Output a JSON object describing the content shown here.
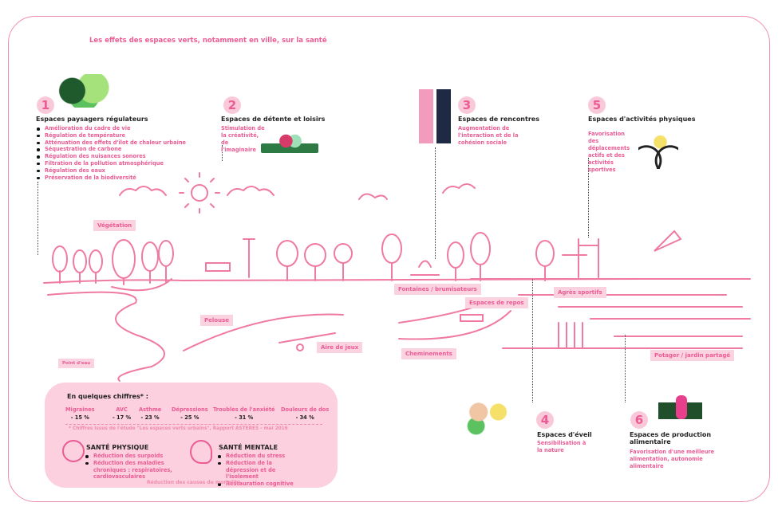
{
  "title": "Les effets des espaces verts, notamment en ville,  sur la santé",
  "sections": [
    {
      "num": "1",
      "title": "Espaces paysagers régulateurs",
      "items": [
        "Amélioration du cadre de vie",
        "Régulation de température",
        "Atténuation des effets d'îlot de chaleur urbaine",
        "Séquestration de carbone",
        "Régulation des nuisances sonores",
        "Filtration de la pollution atmosphérique",
        "Régulation des eaux",
        "Préservation de la biodiversité"
      ]
    },
    {
      "num": "2",
      "title": "Espaces de détente et loisirs",
      "text": "Stimulation de la créativité, de l'imaginaire"
    },
    {
      "num": "3",
      "title": "Espaces de rencontres",
      "text": "Augmentation de l'interaction et de la cohésion sociale"
    },
    {
      "num": "4",
      "title": "Espaces d'éveil",
      "text": "Sensibilisation à la nature"
    },
    {
      "num": "5",
      "title": "Espaces d'activités physiques",
      "text": "Favorisation des déplacements actifs et des activités sportives"
    },
    {
      "num": "6",
      "title": "Espaces de production alimentaire",
      "text": "Favorisation d'une meilleure alimentation, autonomie alimentaire"
    }
  ],
  "scene_labels": {
    "vegetation": "Végétation",
    "pelouse": "Pelouse",
    "point_eau": "Point d'eau",
    "aire_jeux": "Aire de jeux",
    "fontaines": "Fontaines / brumisateurs",
    "repos": "Espaces de repos",
    "cheminements": "Cheminements",
    "agres": "Agrès sportifs",
    "potager": "Potager / jardin partagé"
  },
  "stats": {
    "heading": "En quelques chiffres* :",
    "items": [
      {
        "label": "Migraines",
        "value": "- 15 %"
      },
      {
        "label": "AVC",
        "value": "- 17 %"
      },
      {
        "label": "Asthme",
        "value": "- 23 %"
      },
      {
        "label": "Dépressions",
        "value": "- 25 %"
      },
      {
        "label": "Troubles de l'anxiété",
        "value": "- 31 %"
      },
      {
        "label": "Douleurs de dos",
        "value": "- 34 %"
      }
    ],
    "source": "* Chiffres issus de l'étude \"Les espaces verts urbains\", Rapport ASTERES - mai 2016",
    "physique": {
      "title": "SANTÉ PHYSIQUE",
      "items": [
        "Réduction des surpoids",
        "Réduction des maladies chroniques : respiratoires, cardiovasculaires"
      ]
    },
    "mentale": {
      "title": "SANTÉ MENTALE",
      "items": [
        "Réduction du stress",
        "Réduction de la dépression et de l'isolement",
        "Restauration cognitive"
      ]
    },
    "footer": "Réduction des causes de mortalité"
  },
  "colors": {
    "accent": "#ec5b93",
    "line": "#ef7aa3",
    "panel": "#fcd0de"
  }
}
